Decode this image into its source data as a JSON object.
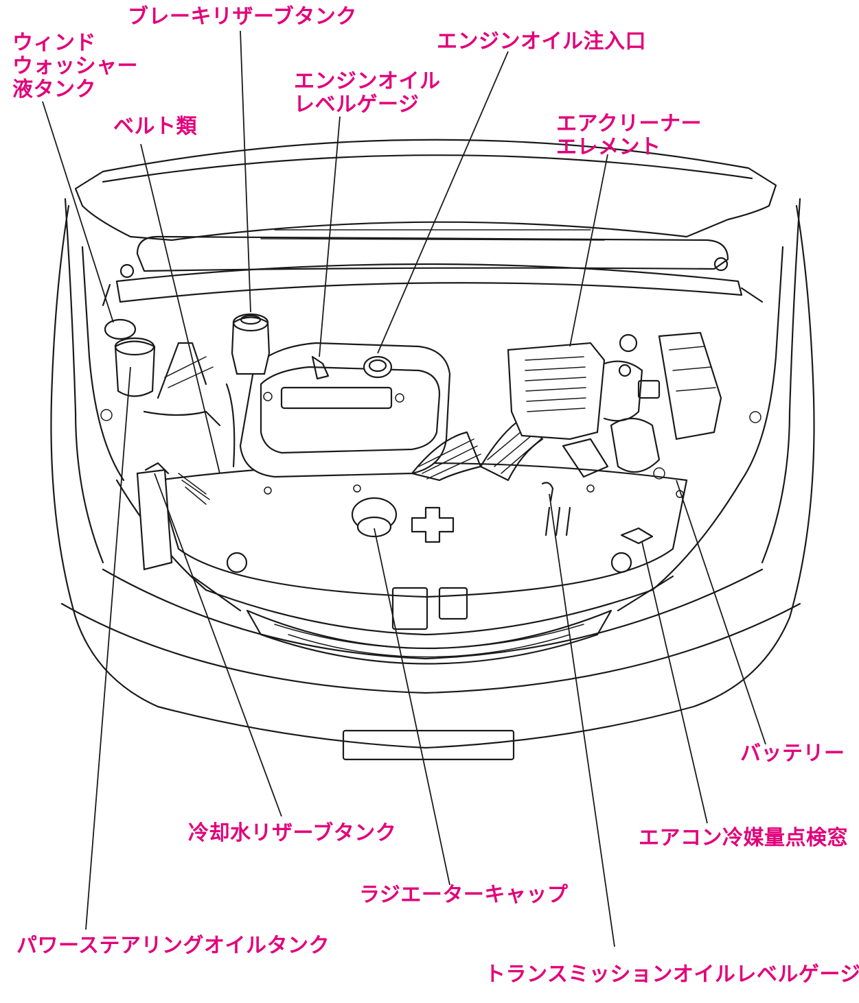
{
  "accent_color": "#e2007a",
  "line_color": "#1a1a1a",
  "labels": {
    "washer_tank": [
      "ウィンド",
      "ウォッシャー",
      "液タンク"
    ],
    "brake_reservoir": "ブレーキリザーブタンク",
    "engine_oil_filler": "エンジンオイル注入口",
    "engine_oil_dipstick": [
      "エンジンオイル",
      "レベルゲージ"
    ],
    "belts": "ベルト類",
    "air_cleaner": [
      "エアクリーナー",
      "エレメント"
    ],
    "battery": "バッテリー",
    "ac_sight_glass": "エアコン冷媒量点検窓",
    "coolant_reservoir": "冷却水リザーブタンク",
    "radiator_cap": "ラジエーターキャップ",
    "power_steering_tank": "パワーステアリングオイルタンク",
    "transmission_dipstick": "トランスミッションオイルレベルゲージ"
  }
}
